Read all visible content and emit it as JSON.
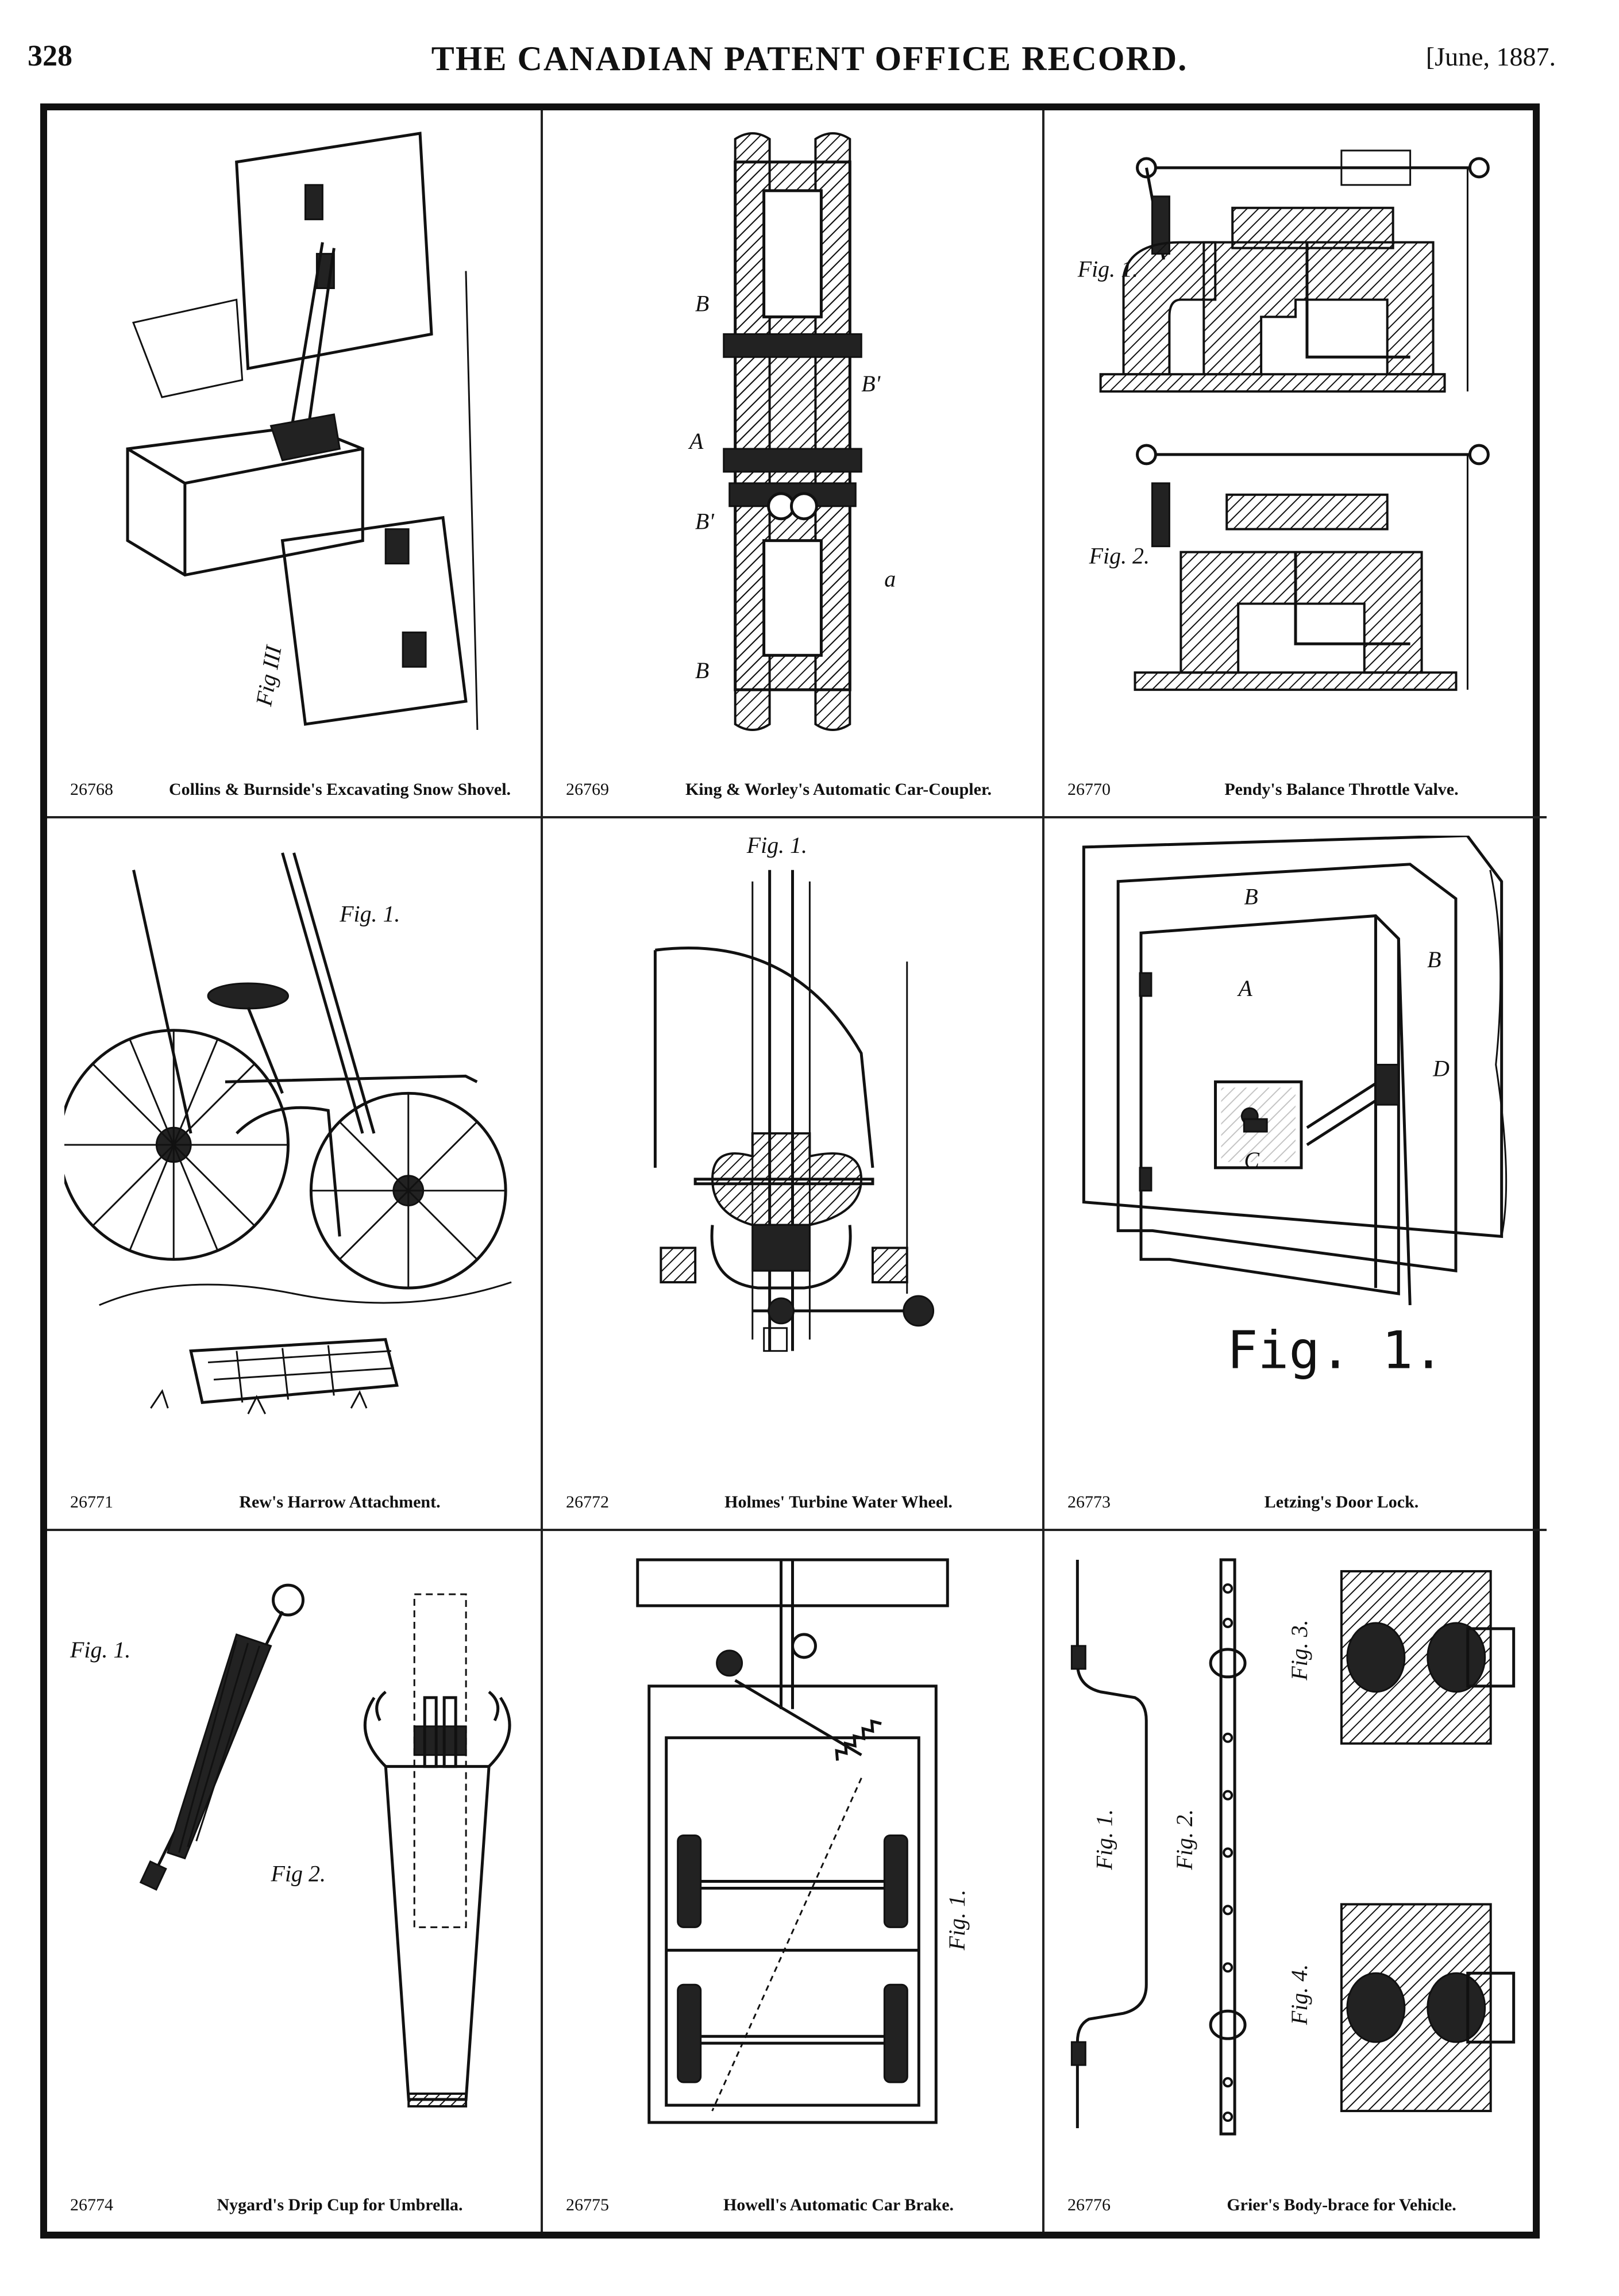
{
  "header": {
    "page_number": "328",
    "title": "THE CANADIAN PATENT OFFICE RECORD.",
    "date": "[June, 1887."
  },
  "patents": [
    {
      "number": "26768",
      "title": "Collins & Burnside's Excavating Snow Shovel.",
      "figure_labels": []
    },
    {
      "number": "26769",
      "title": "King & Worley's Automatic Car-Coupler.",
      "figure_labels": []
    },
    {
      "number": "26770",
      "title": "Pendy's Balance Throttle Valve.",
      "figure_labels": [
        "Fig. 1.",
        "Fig. 2."
      ]
    },
    {
      "number": "26771",
      "title": "Rew's Harrow Attachment.",
      "figure_labels": [
        "Fig. 1."
      ]
    },
    {
      "number": "26772",
      "title": "Holmes' Turbine Water Wheel.",
      "figure_labels": [
        "Fig. 1."
      ]
    },
    {
      "number": "26773",
      "title": "Letzing's Door Lock.",
      "figure_labels": [
        "Fig. 1."
      ]
    },
    {
      "number": "26774",
      "title": "Nygard's Drip Cup for Umbrella.",
      "figure_labels": [
        "Fig. 1.",
        "Fig 2."
      ]
    },
    {
      "number": "26775",
      "title": "Howell's Automatic Car Brake.",
      "figure_labels": [
        "Fig. 1."
      ]
    },
    {
      "number": "26776",
      "title": "Grier's Body-brace for Vehicle.",
      "figure_labels": [
        "Fig. 1.",
        "Fig. 2.",
        "Fig. 3.",
        "Fig. 4."
      ]
    }
  ]
}
